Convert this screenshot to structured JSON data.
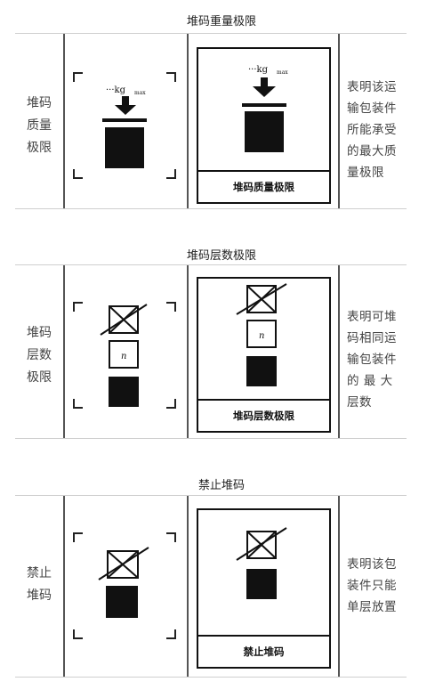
{
  "sections": [
    {
      "title": "堆码重量极限",
      "side_label": [
        "堆码",
        "质量",
        "极限"
      ],
      "caption": "堆码质量极限",
      "description": [
        "表明该运",
        "输包装件",
        "所能承受",
        "的最大质",
        "量极限"
      ],
      "mark_text": "···kg",
      "mark_sub": "max",
      "icon": "stacking-mass-limit-symbol"
    },
    {
      "title": "堆码层数极限",
      "side_label": [
        "堆码",
        "层数",
        "极限"
      ],
      "caption": "堆码层数极限",
      "description": [
        "表明可堆",
        "码相同运",
        "输包装件",
        "的 最 大",
        "层数"
      ],
      "mark_text": "n",
      "icon": "stacking-layer-limit-symbol"
    },
    {
      "title": "禁止堆码",
      "side_label": [
        "禁止",
        "堆码"
      ],
      "caption": "禁止堆码",
      "description": [
        "表明该包",
        "装件只能",
        "单层放置"
      ],
      "icon": "do-not-stack-symbol"
    }
  ]
}
